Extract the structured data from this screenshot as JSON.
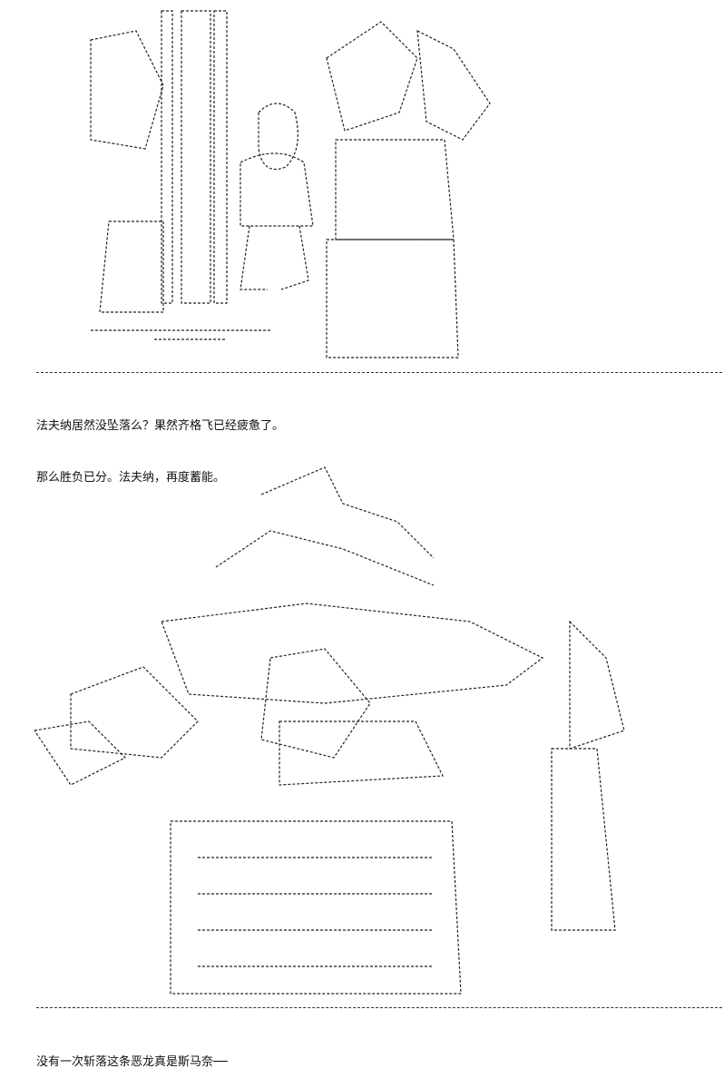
{
  "page": {
    "background": "#ffffff",
    "text_color": "#111111"
  },
  "panels": [
    {
      "caption_lines": [
        "法夫纳居然没坠落么？果然齐格飞已经疲惫了。",
        "那么胜负已分。法夫纳，再度蓄能。"
      ]
    },
    {
      "caption_lines": [
        "没有一次斩落这条恶龙真是斯马奈──"
      ]
    }
  ]
}
